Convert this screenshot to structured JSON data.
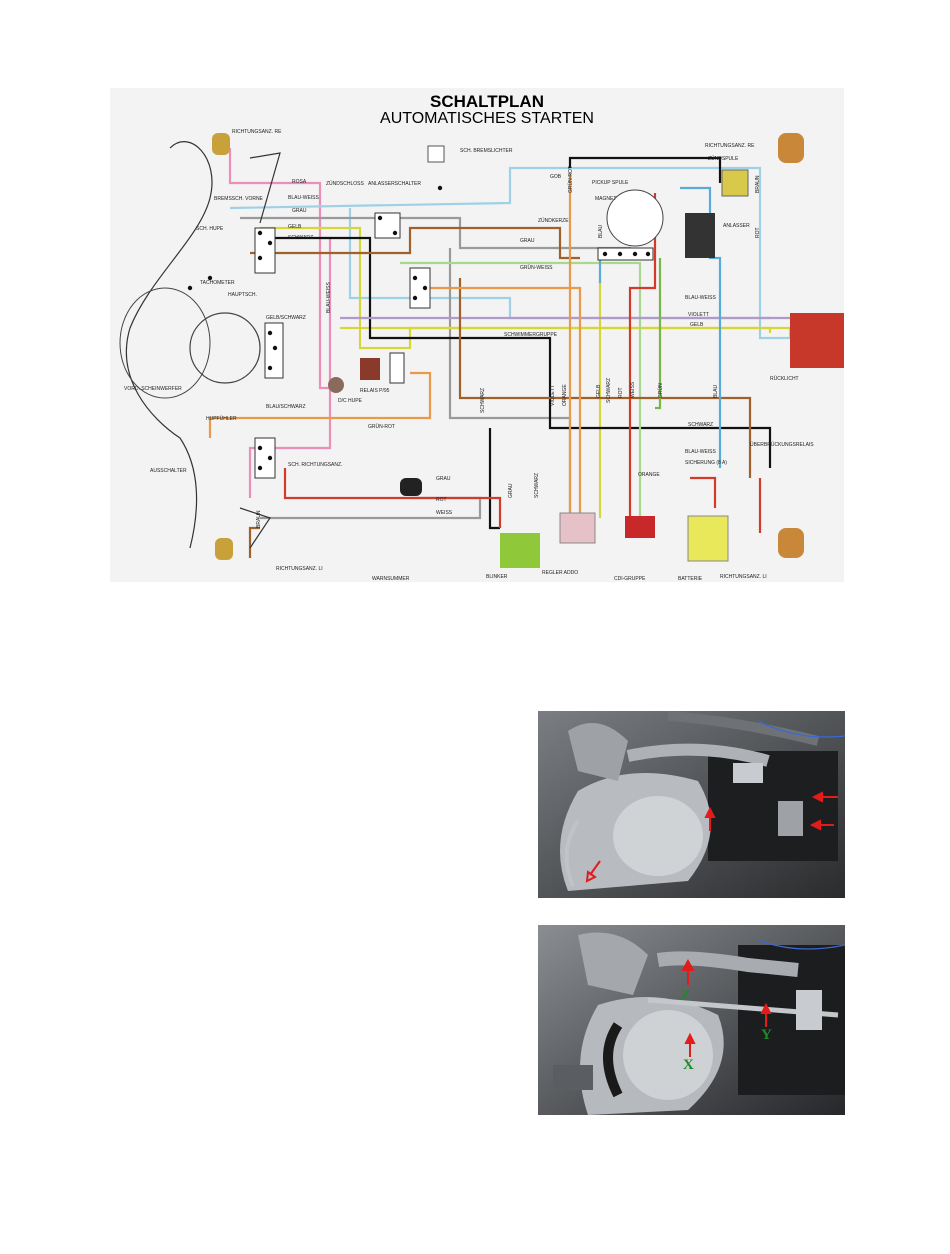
{
  "diagram": {
    "title": "SCHALTPLAN",
    "subtitle": "AUTOMATISCHES STARTEN",
    "components": {
      "richtungsanz_re_left": "RICHTUNGSANZ. RE",
      "richtungsanz_re_right": "RICHTUNGSANZ. RE",
      "bremslichter": "SCH. BREMSLICHTER",
      "zuendspule": "ZÜNDSPULE",
      "gob": "GOB",
      "pickup_spule": "PICKUP SPULE",
      "magnet": "MAGNET",
      "zuendkerze": "ZÜNDKERZE",
      "zuendschloss": "ZÜNDSCHLOSS",
      "anlasserschalter": "ANLASSERSCHALTER",
      "bremsschalter": "BREMSSCH. VORNE",
      "sch_hupe": "SCH. HUPE",
      "tachometer": "TACHOMETER",
      "hauptsch": "HAUPTSCH.",
      "anlasser": "ANLASSER",
      "schwimmergruppe": "SCHWIMMERGRUPPE",
      "vord_scheinwerfer": "VORD. SCHEINWERFER",
      "dc_hupe": "D/C HUPE",
      "relais": "RELAIS P/95",
      "ruecklicht": "RÜCKLICHT",
      "hupfuehler": "HUPFÜHLER",
      "ausschalter": "AUSSCHALTER",
      "sch_richtungsanz": "SCH. RICHTUNGSANZ.",
      "ueberbrueckungsrelais": "ÜBERBRÜCKUNGSRELAIS",
      "sicherung": "SICHERUNG (8 A)",
      "richtungsanz_li_left": "RICHTUNGSANZ. LI",
      "richtungsanz_li_right": "RICHTUNGSANZ. LI",
      "warnsummer": "WARNSUMMER",
      "blinker": "BLINKER",
      "regler": "REGLER ADDO",
      "cdi_gruppe": "CDI-GRUPPE",
      "batterie": "BATTERIE"
    },
    "wires": {
      "rosa": "ROSA",
      "blau_weiss": "BLAU-WEISS",
      "grau": "GRAU",
      "gelb": "GELB",
      "schwarz": "SCHWARZ",
      "gruen_weiss": "GRÜN-WEISS",
      "violett": "VIOLETT",
      "gelb_schwarz": "GELB/SCHWARZ",
      "blau_schwarz": "BLAU/SCHWARZ",
      "gruen_rot": "GRÜN-ROT",
      "weiss": "WEISS",
      "rot": "ROT",
      "orange": "ORANGE",
      "braun": "BRAUN",
      "blau": "BLAU",
      "gruen": "GRÜN",
      "grun_rot_v": "GRÜN-ROT"
    },
    "colors": {
      "rosa": "#e98fb8",
      "blau_weiss": "#9fd0e6",
      "grau": "#9a9a9a",
      "gelb": "#d6d63a",
      "schwarz": "#111111",
      "gruen_weiss": "#a8d890",
      "violett": "#b09ac8",
      "braun": "#a0602a",
      "orange": "#e89a4a",
      "rot": "#d23a2a",
      "blau": "#5aaad8",
      "gruen": "#79b64a"
    }
  },
  "photo_top": {
    "markers": [
      "red-arrow",
      "red-arrow",
      "red-arrow",
      "red-arrow"
    ]
  },
  "photo_bottom": {
    "labels": {
      "z": "Z",
      "x": "X",
      "y": "Y"
    }
  }
}
